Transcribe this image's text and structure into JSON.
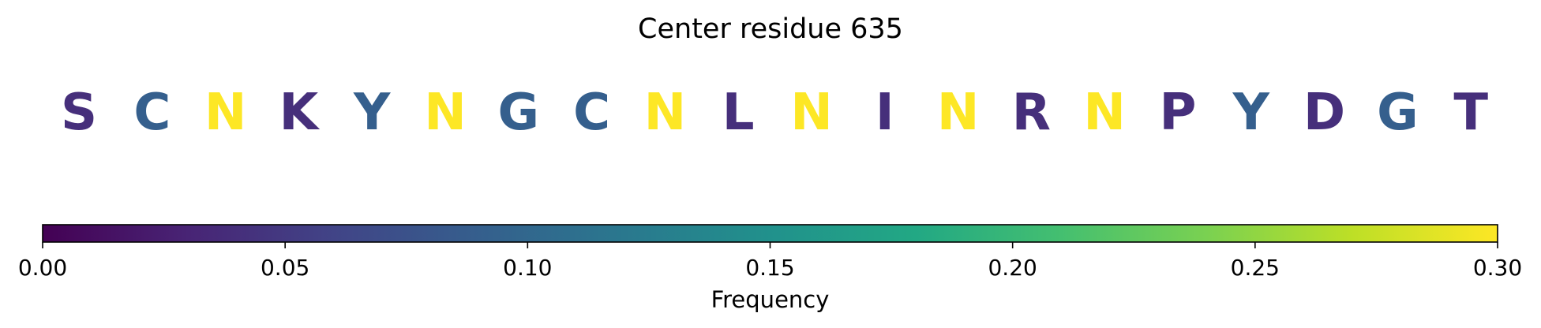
{
  "chart_data": {
    "type": "heatmap",
    "title": "Center residue 635",
    "residues": [
      {
        "letter": "S",
        "frequency": 0.04
      },
      {
        "letter": "C",
        "frequency": 0.09
      },
      {
        "letter": "N",
        "frequency": 0.3
      },
      {
        "letter": "K",
        "frequency": 0.04
      },
      {
        "letter": "Y",
        "frequency": 0.09
      },
      {
        "letter": "N",
        "frequency": 0.3
      },
      {
        "letter": "G",
        "frequency": 0.09
      },
      {
        "letter": "C",
        "frequency": 0.09
      },
      {
        "letter": "N",
        "frequency": 0.3
      },
      {
        "letter": "L",
        "frequency": 0.04
      },
      {
        "letter": "N",
        "frequency": 0.3
      },
      {
        "letter": "I",
        "frequency": 0.04
      },
      {
        "letter": "N",
        "frequency": 0.3
      },
      {
        "letter": "R",
        "frequency": 0.04
      },
      {
        "letter": "N",
        "frequency": 0.3
      },
      {
        "letter": "P",
        "frequency": 0.04
      },
      {
        "letter": "Y",
        "frequency": 0.09
      },
      {
        "letter": "D",
        "frequency": 0.04
      },
      {
        "letter": "G",
        "frequency": 0.09
      },
      {
        "letter": "T",
        "frequency": 0.04
      }
    ],
    "colorbar": {
      "colormap": "viridis",
      "range": [
        0,
        0.3
      ],
      "ticks": [
        "0.00",
        "0.05",
        "0.10",
        "0.15",
        "0.20",
        "0.25",
        "0.30"
      ],
      "label": "Frequency"
    }
  }
}
